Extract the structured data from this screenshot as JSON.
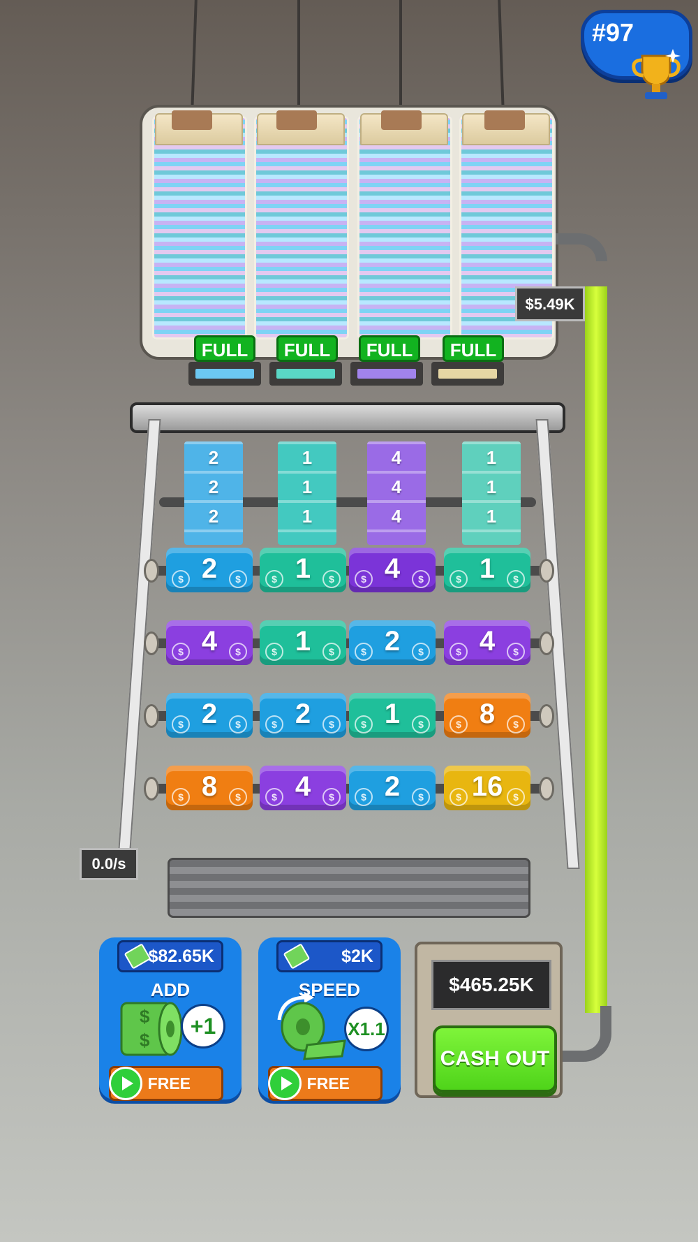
{
  "rank": {
    "label": "#97"
  },
  "printer": {
    "slots": [
      {
        "status": "FULL"
      },
      {
        "status": "FULL"
      },
      {
        "status": "FULL"
      },
      {
        "status": "FULL"
      }
    ]
  },
  "pipe": {
    "income_label": "$5.49K"
  },
  "conveyor": {
    "rate_label": "0.0/s",
    "stacks": [
      {
        "value": "2",
        "color": "#4fb4e8"
      },
      {
        "value": "1",
        "color": "#43c9c0"
      },
      {
        "value": "4",
        "color": "#9a6be6"
      },
      {
        "value": "1",
        "color": "#5fd0bd"
      }
    ],
    "roll_rows": [
      [
        {
          "value": "2",
          "color": "#1f9fe0"
        },
        {
          "value": "1",
          "color": "#1fbf9a"
        },
        {
          "value": "4",
          "color": "#7b34d8"
        },
        {
          "value": "1",
          "color": "#1fbf9a"
        }
      ],
      [
        {
          "value": "4",
          "color": "#8b3fe0"
        },
        {
          "value": "1",
          "color": "#1fbf9a"
        },
        {
          "value": "2",
          "color": "#1f9fe0"
        },
        {
          "value": "4",
          "color": "#8b3fe0"
        }
      ],
      [
        {
          "value": "2",
          "color": "#1f9fe0"
        },
        {
          "value": "2",
          "color": "#1f9fe0"
        },
        {
          "value": "1",
          "color": "#1fbf9a"
        },
        {
          "value": "8",
          "color": "#f07e12"
        }
      ],
      [
        {
          "value": "8",
          "color": "#f07e12"
        },
        {
          "value": "4",
          "color": "#8b3fe0"
        },
        {
          "value": "2",
          "color": "#1f9fe0"
        },
        {
          "value": "16",
          "color": "#e8b610"
        }
      ]
    ]
  },
  "upgrades": {
    "add": {
      "price": "$82.65K",
      "title": "ADD",
      "bonus": "+1",
      "free_label": "FREE"
    },
    "speed": {
      "price": "$2K",
      "title": "SPEED",
      "bonus": "X1.1",
      "free_label": "FREE"
    }
  },
  "cashout": {
    "balance": "$465.25K",
    "button_label": "CASH OUT"
  }
}
